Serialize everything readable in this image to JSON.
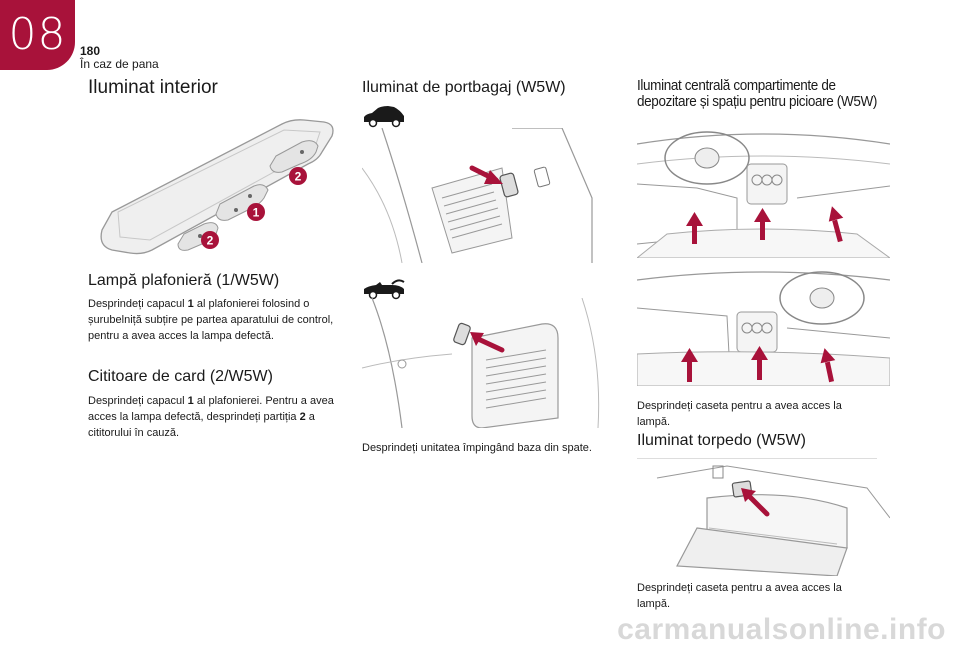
{
  "header": {
    "chapter": "08",
    "page_number": "180",
    "section": "În caz de pana"
  },
  "col1": {
    "title": "Iluminat interior",
    "callouts": [
      "1",
      "2",
      "2"
    ],
    "subtitle1": "Lampă plafonieră (1/W5W)",
    "para1": {
      "pre": "Desprindeți capacul ",
      "num": "1",
      "post": " al plafonierei folosind o șurubelniță subțire pe partea aparatului de control, pentru a avea acces la lampa defectă."
    },
    "subtitle2": "Cititoare de card (2/W5W)",
    "para2": {
      "pre": "Desprindeți capacul ",
      "num1": "1",
      "mid": " al plafonierei. Pentru a avea acces la lampa defectă, desprindeți partiția ",
      "num2": "2",
      "post": " a cititorului în cauză."
    }
  },
  "col2": {
    "title": "Iluminat de portbagaj (W5W)",
    "caption": "Desprindeți unitatea împingând baza din spate."
  },
  "col3": {
    "title_line1": "Iluminat centrală compartimente de",
    "title_line2": "depozitare și spațiu pentru picioare (W5W)",
    "caption1": "Desprindeți caseta pentru a avea acces la lampă.",
    "title2": "Iluminat torpedo (W5W)",
    "caption2": "Desprindeți caseta pentru a avea acces la lampă."
  },
  "watermark": "carmanualsonline.info",
  "colors": {
    "accent": "#a8123a",
    "line": "#888888"
  },
  "icons": [
    "sedan-car-icon",
    "convertible-car-icon",
    "arrow-icon"
  ]
}
